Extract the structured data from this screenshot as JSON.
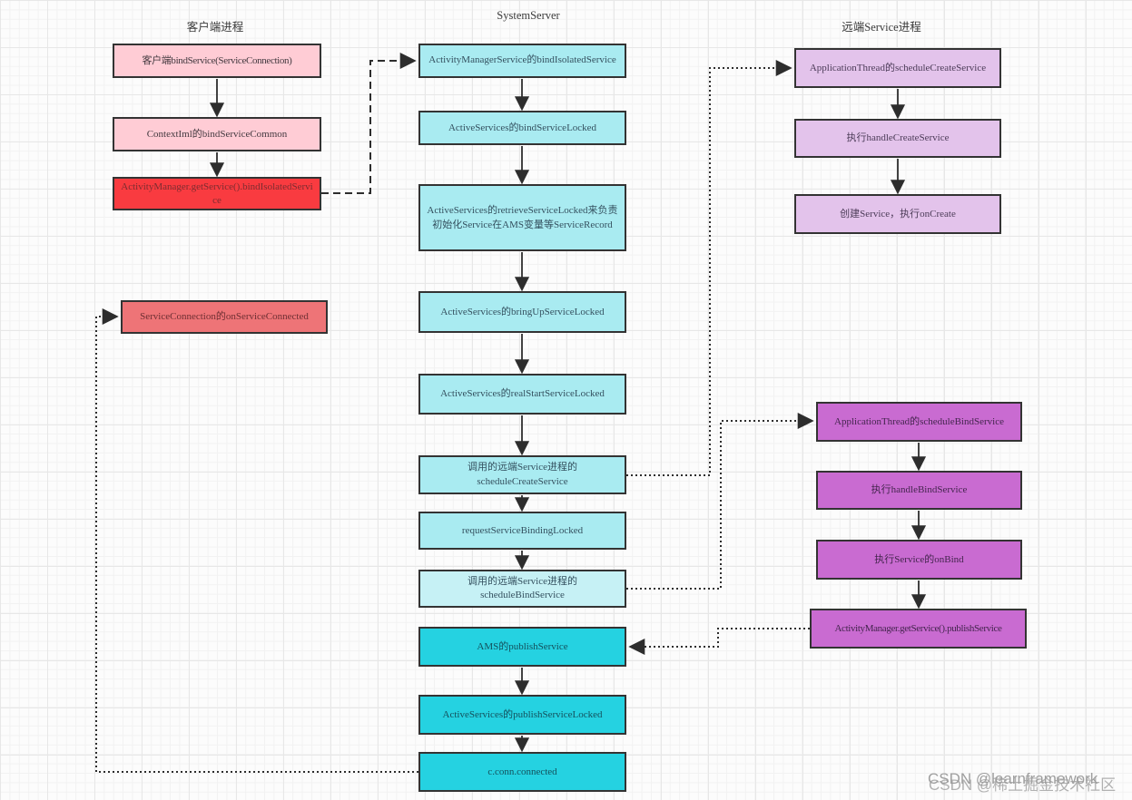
{
  "titles": {
    "client": "客户端进程",
    "system": "SystemServer",
    "remote": "远端Service进程"
  },
  "colors": {
    "pink": "#ffccd5",
    "red": "#f93b40",
    "salmon": "#ee7477",
    "cyan_light": "#a9ebf1",
    "cyan_lighter": "#c6f1f5",
    "cyan_dark": "#25d2e1",
    "purple_light": "#e3c3eb",
    "purple_dark": "#c96bd1",
    "connector": "#2d2d2d"
  },
  "nodes": {
    "l1": {
      "label": "客户端bindService(ServiceConnection)"
    },
    "l2": {
      "label": "ContextIml的bindServiceCommon"
    },
    "l3": {
      "label": "ActivityManager.getService().bindIsolatedService"
    },
    "l4": {
      "label": "ServiceConnection的onServiceConnected"
    },
    "m1": {
      "label": "ActivityManagerService的bindIsolatedService"
    },
    "m2": {
      "label": "ActiveServices的bindServiceLocked"
    },
    "m3": {
      "label": "ActiveServices的retrieveServiceLocked来负责初始化Service在AMS变量等ServiceRecord"
    },
    "m4": {
      "label": "ActiveServices的bringUpServiceLocked"
    },
    "m5": {
      "label": "ActiveServices的realStartServiceLocked"
    },
    "m6": {
      "label": "调用的远端Service进程的scheduleCreateService"
    },
    "m7": {
      "label": "requestServiceBindingLocked"
    },
    "m8": {
      "label": "调用的远端Service进程的scheduleBindService"
    },
    "m9": {
      "label": "AMS的publishService"
    },
    "m10": {
      "label": "ActiveServices的publishServiceLocked"
    },
    "m11": {
      "label": "c.conn.connected"
    },
    "r1": {
      "label": "ApplicationThread的scheduleCreateService"
    },
    "r2": {
      "label": "执行handleCreateService"
    },
    "r3": {
      "label": "创建Service，执行onCreate"
    },
    "r4": {
      "label": "ApplicationThread的scheduleBindService"
    },
    "r5": {
      "label": "执行handleBindService"
    },
    "r6": {
      "label": "执行Service的onBind"
    },
    "r7": {
      "label": "ActivityManager.getService().publishService"
    }
  },
  "watermark": {
    "latin": "CSDN @learnframework",
    "cjk": "CSDN @稀土掘金技术社区"
  }
}
